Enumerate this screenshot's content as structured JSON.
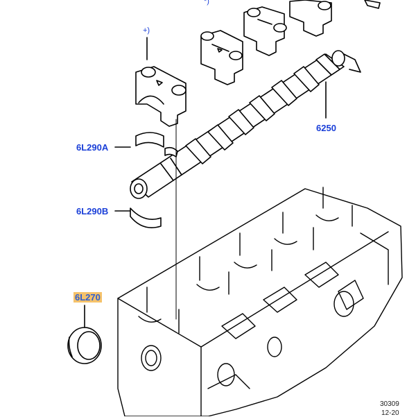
{
  "callouts": {
    "camshaft": "6250",
    "bearing_upper": "6L290A",
    "bearing_lower": "6L290B",
    "oil_seal": "6L270",
    "note_top": "+)",
    "note_top2": "*)"
  },
  "reference": {
    "line1": "30309",
    "line2": "12-20"
  },
  "colors": {
    "callout_text": "#1a3fd8",
    "highlight": "#f5c26b",
    "line_art": "#000000"
  }
}
